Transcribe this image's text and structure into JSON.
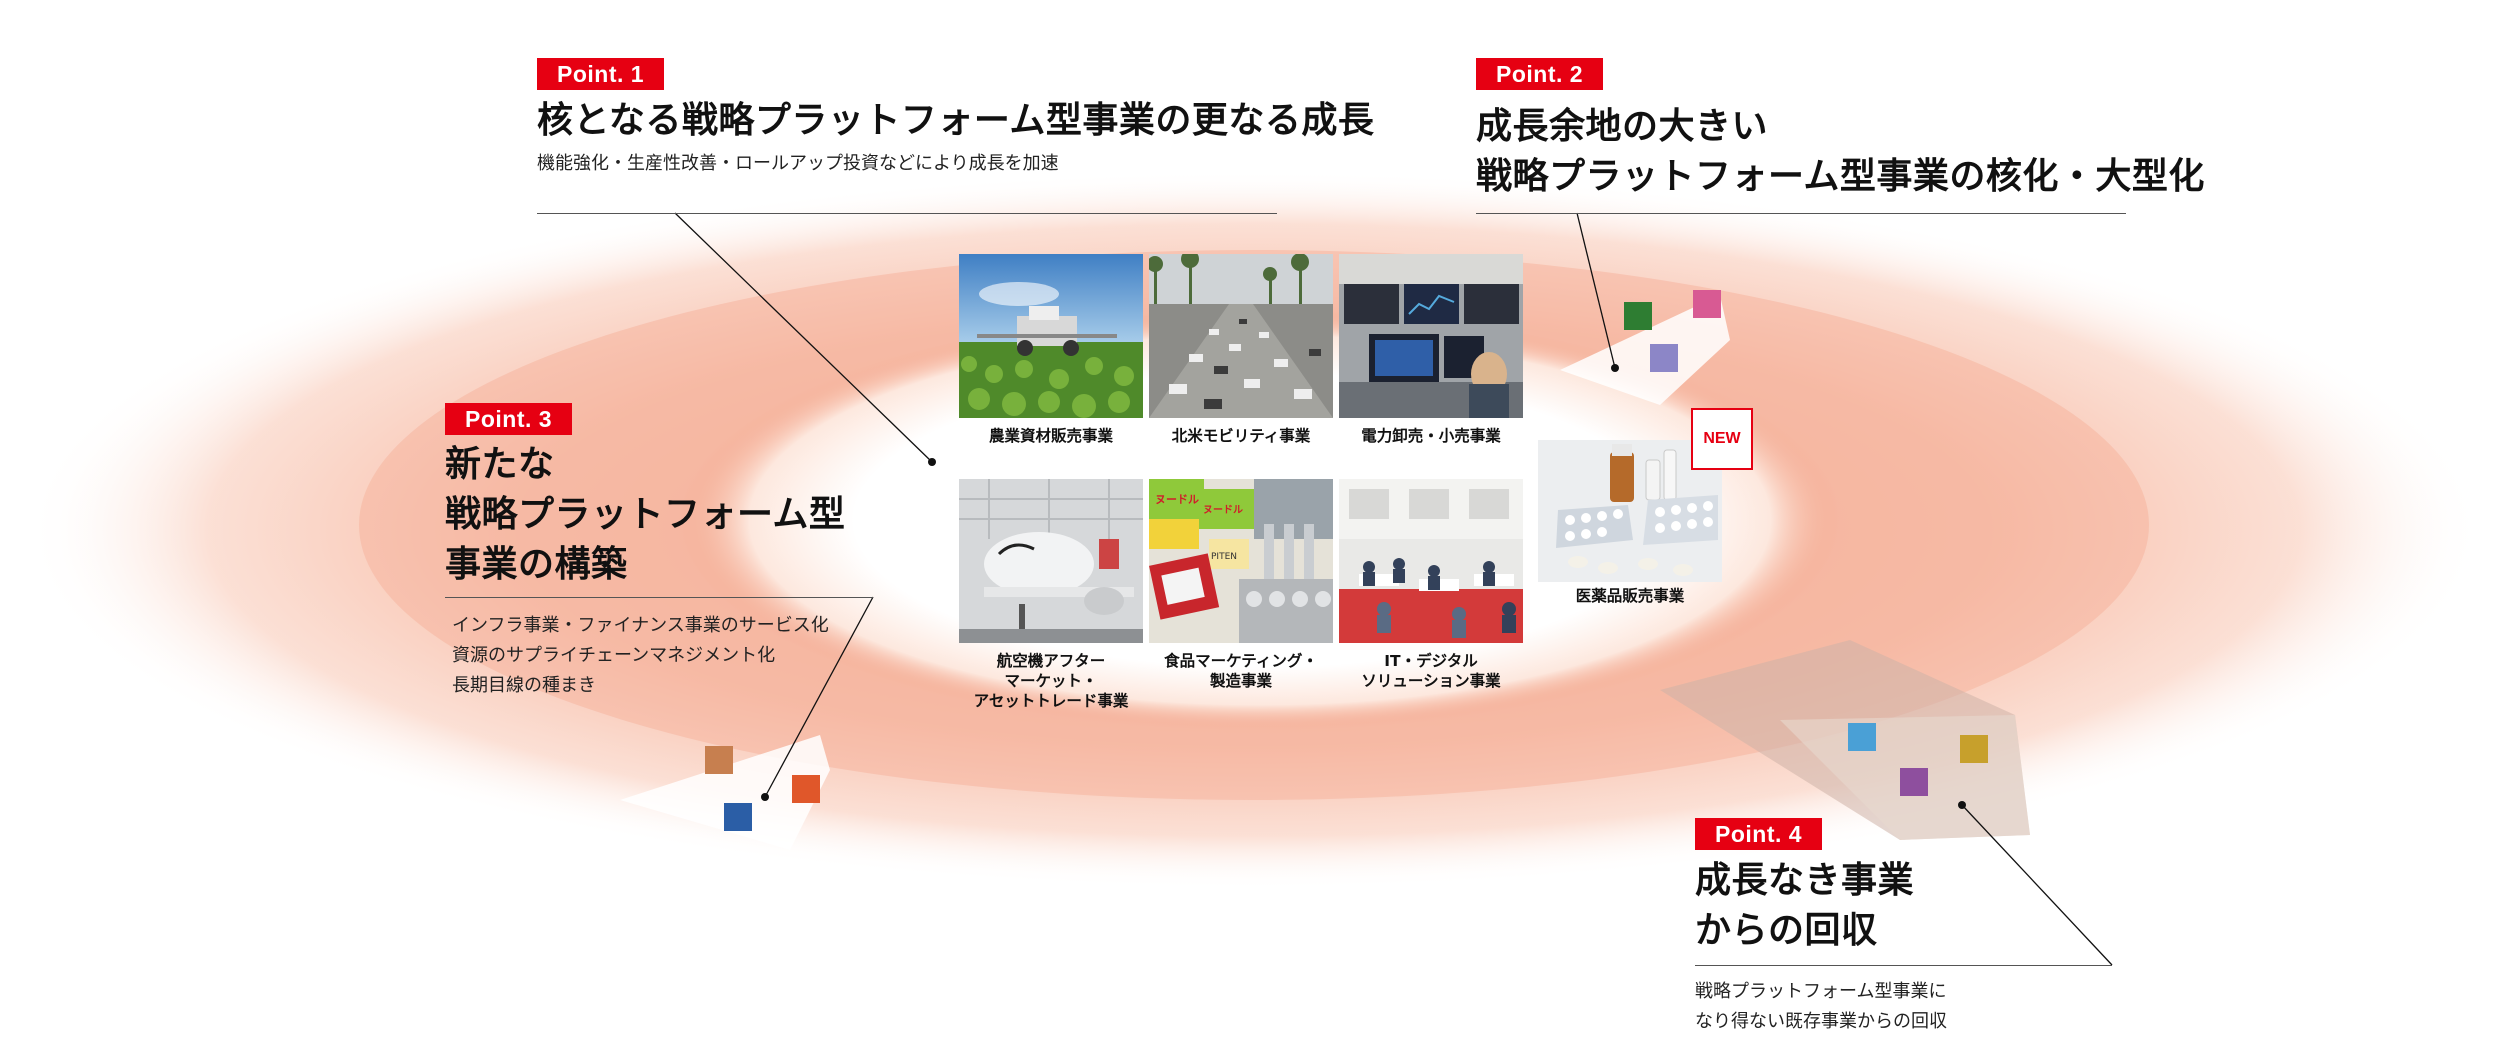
{
  "points": [
    {
      "badge": "Point. 1",
      "title": "核となる戦略プラットフォーム型事業の更なる成長",
      "subtitle": "機能強化・生産性改善・ロールアップ投資などにより成長を加速"
    },
    {
      "badge": "Point. 2",
      "title": "成長余地の大きい\n戦略プラットフォーム型事業の核化・大型化"
    },
    {
      "badge": "Point. 3",
      "title": "新たな\n戦略プラットフォーム型\n事業の構築",
      "subtitle": "インフラ事業・ファイナンス事業のサービス化\n資源のサプライチェーンマネジメント化\n長期目線の種まき"
    },
    {
      "badge": "Point. 4",
      "title": "成長なき事業\nからの回収",
      "subtitle": "戦略プラットフォーム型事業に\nなり得ない既存事業からの回収"
    }
  ],
  "businesses": [
    {
      "label": "農業資材販売事業"
    },
    {
      "label": "北米モビリティ事業"
    },
    {
      "label": "電力卸売・小売事業"
    },
    {
      "label": "航空機アフター\nマーケット・\nアセットトレード事業"
    },
    {
      "label": "食品マーケティング・\n製造事業"
    },
    {
      "label": "IT・デジタル\nソリューション事業"
    }
  ],
  "new_business": {
    "label": "医薬品販売事業",
    "badge": "NEW"
  },
  "colors": {
    "accent": "#e60012",
    "ring_outer": "#f7b9a2",
    "ring_mid": "#f8c2ae"
  },
  "image_marks": {
    "noodle_pack_1": "ヌードル",
    "noodle_pack_2": "ヌードル",
    "snack_pack": "PITEN"
  }
}
